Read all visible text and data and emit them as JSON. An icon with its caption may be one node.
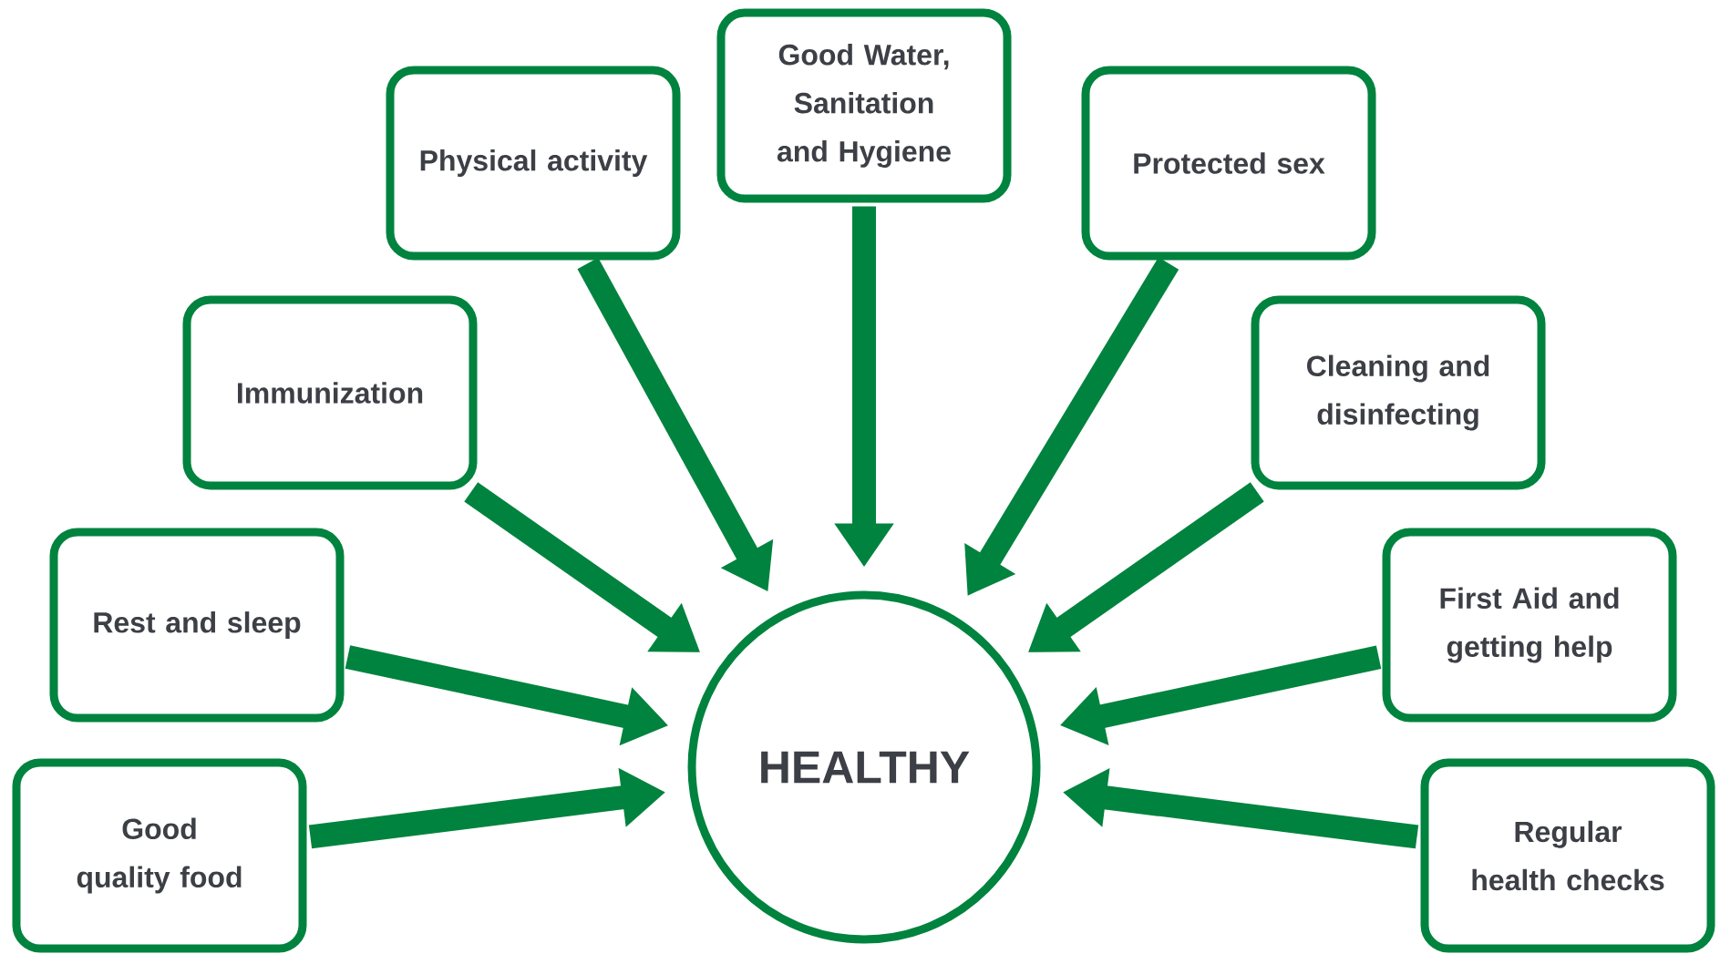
{
  "diagram": {
    "nodes": [
      {
        "text": [
          "Good Water, Sanitation and Hygiene"
        ]
      },
      {
        "text": [
          "Physical activity"
        ]
      },
      {
        "text": [
          "Protected sex"
        ]
      },
      {
        "text": [
          "Immunization"
        ]
      },
      {
        "text": [
          "Cleaning and disinfecting"
        ]
      },
      {
        "text": [
          "Rest and sleep"
        ]
      },
      {
        "text": [
          "First Aid and getting help"
        ]
      },
      {
        "text": [
          "Good quality food"
        ]
      },
      {
        "text": [
          "HEALTHY"
        ]
      },
      {
        "text": [
          "Regular health checks"
        ]
      }
    ],
    "edges": [
      {
        "from": 0,
        "to": 8,
        "arrow": "to"
      },
      {
        "from": 1,
        "to": 8,
        "arrow": "to"
      },
      {
        "from": 2,
        "to": 8,
        "arrow": "to"
      },
      {
        "from": 3,
        "to": 8,
        "arrow": "to"
      },
      {
        "from": 4,
        "to": 8,
        "arrow": "to"
      },
      {
        "from": 5,
        "to": 8,
        "arrow": "to"
      },
      {
        "from": 6,
        "to": 8,
        "arrow": "to"
      },
      {
        "from": 7,
        "to": 8,
        "arrow": "to"
      },
      {
        "from": 9,
        "to": 8,
        "arrow": "to"
      }
    ]
  }
}
